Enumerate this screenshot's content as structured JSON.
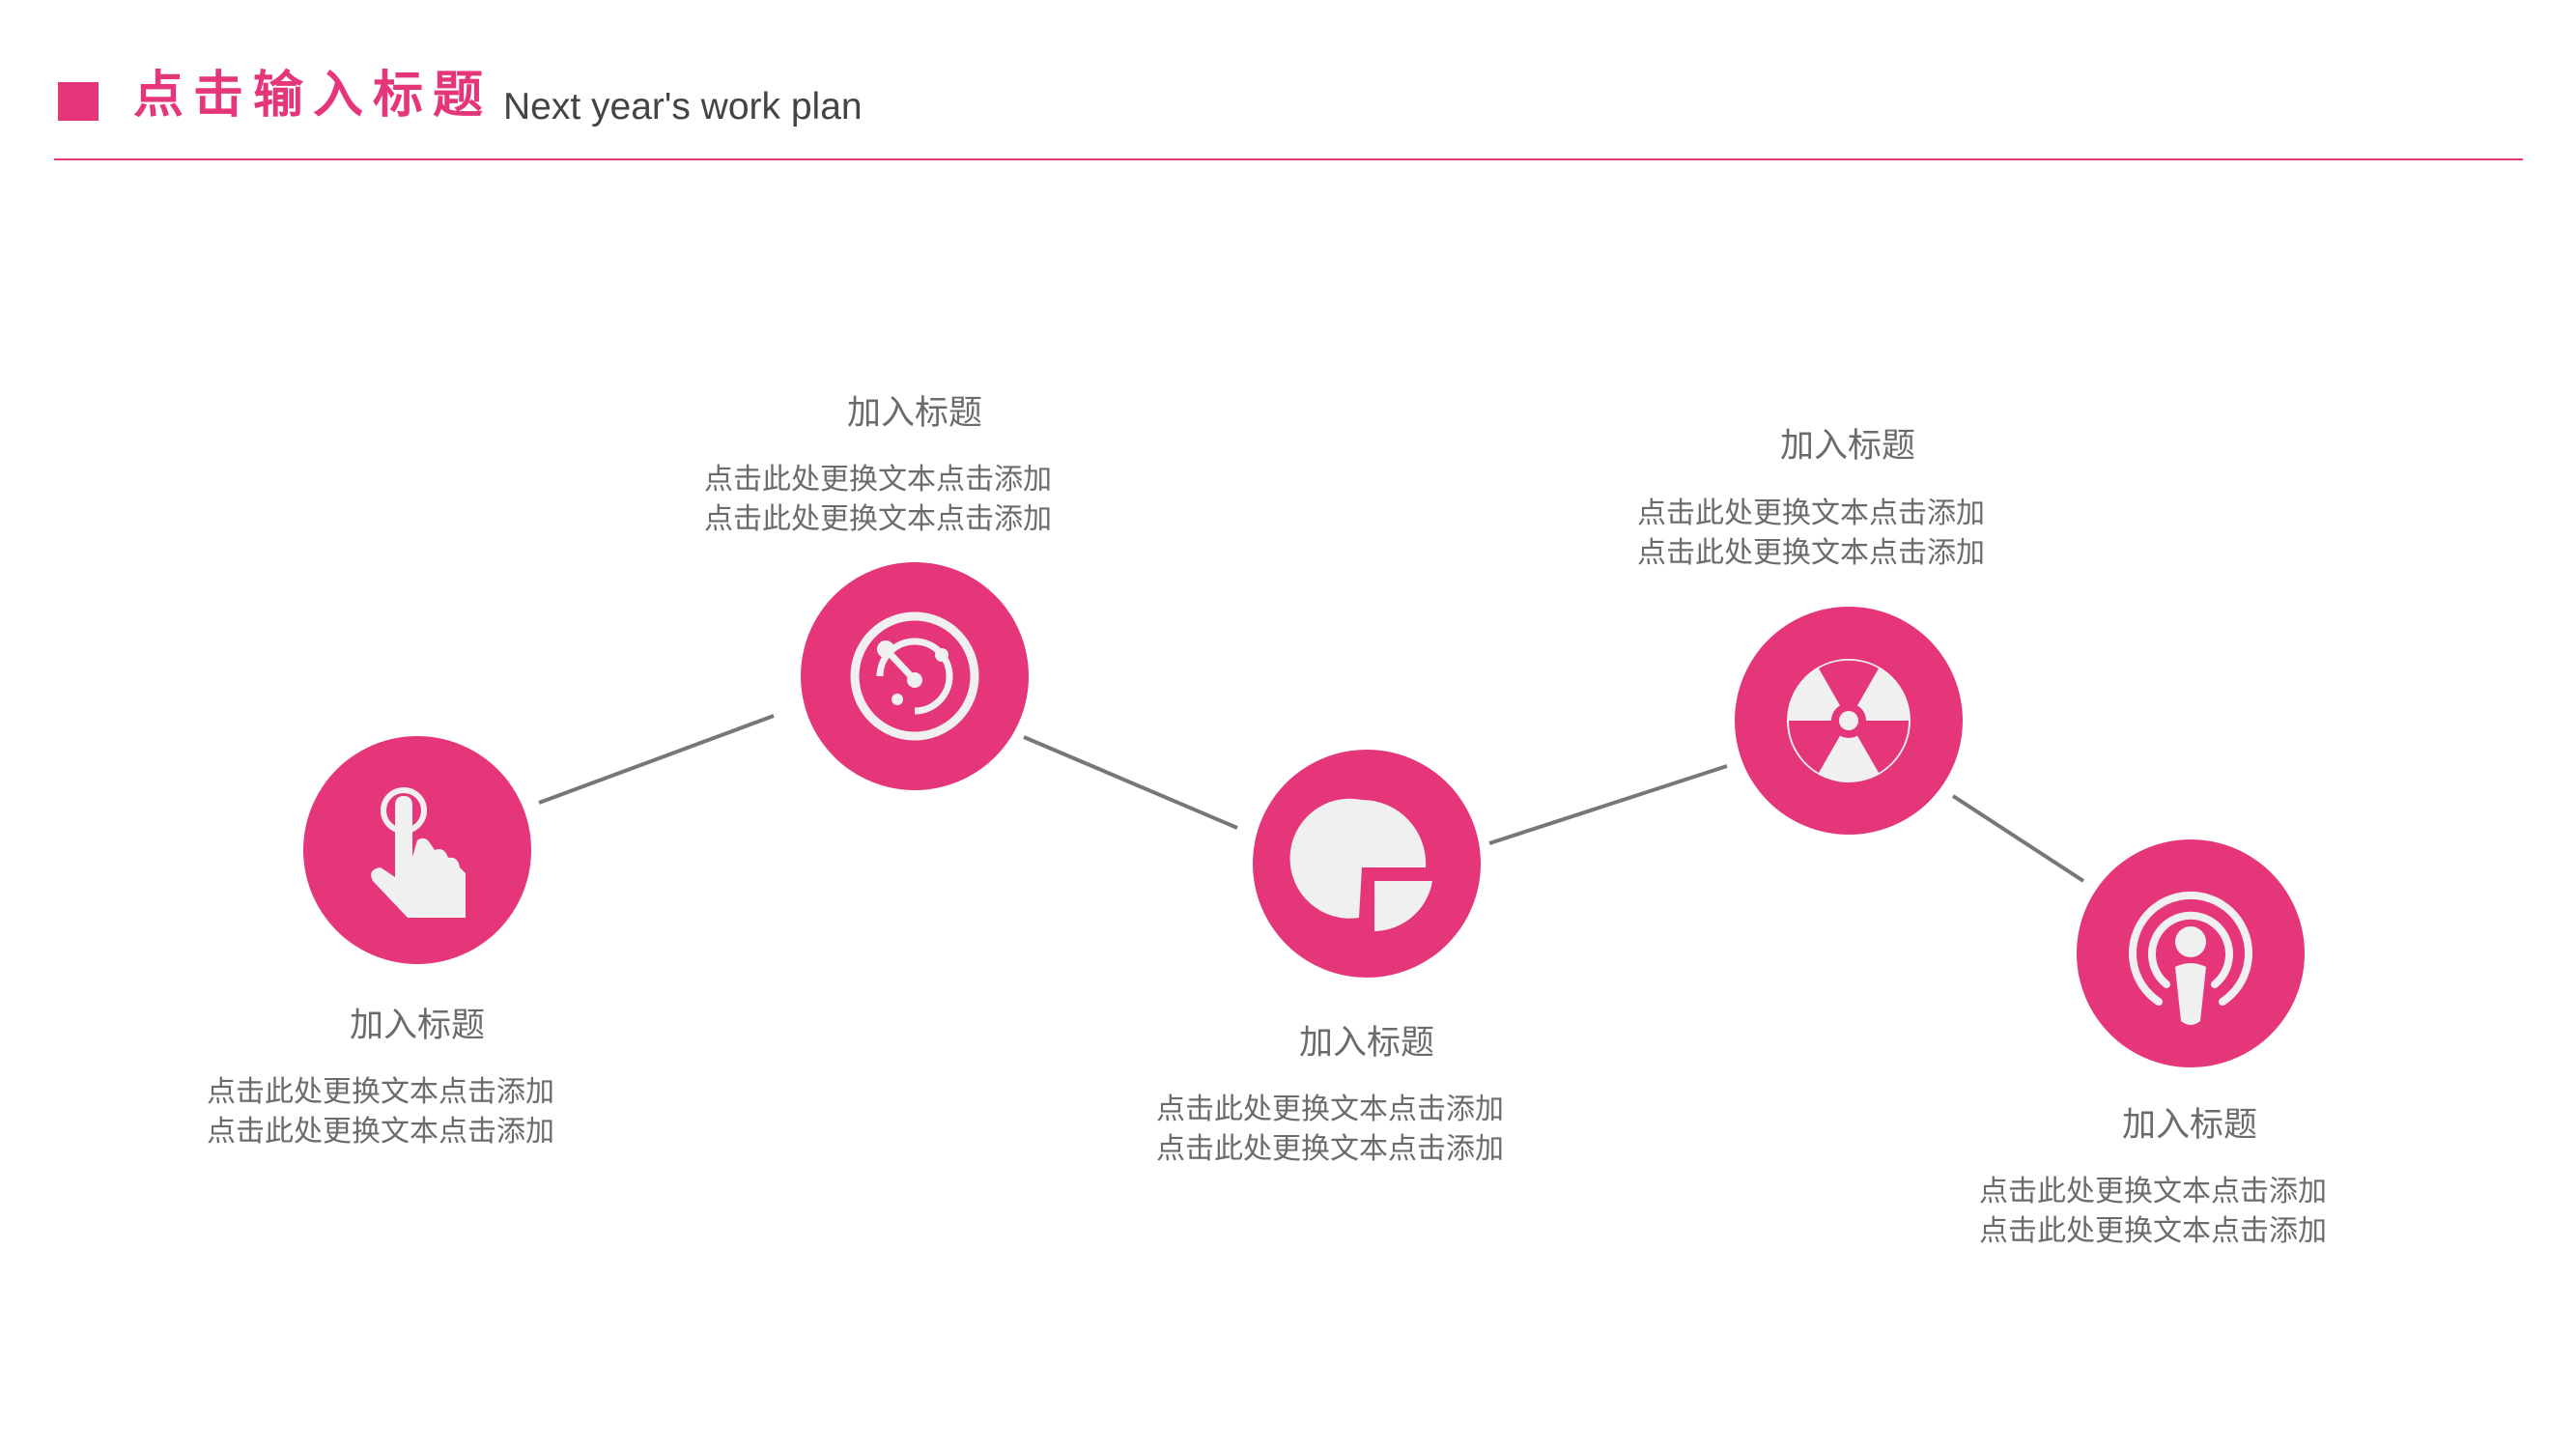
{
  "header": {
    "title": "点击输入标题",
    "subtitle": "Next year's work plan"
  },
  "colors": {
    "accent": "#e6367a",
    "text": "#6b6b6b",
    "connector": "#777777",
    "icon": "#f0f0f0"
  },
  "steps": [
    {
      "icon": "hand-pointer-icon",
      "title": "加入标题",
      "desc": [
        "点击此处更换文本点击添加",
        "点击此处更换文本点击添加"
      ]
    },
    {
      "icon": "radar-icon",
      "title": "加入标题",
      "desc": [
        "点击此处更换文本点击添加",
        "点击此处更换文本点击添加"
      ]
    },
    {
      "icon": "pie-chart-icon",
      "title": "加入标题",
      "desc": [
        "点击此处更换文本点击添加",
        "点击此处更换文本点击添加"
      ]
    },
    {
      "icon": "radiation-icon",
      "title": "加入标题",
      "desc": [
        "点击此处更换文本点击添加",
        "点击此处更换文本点击添加"
      ]
    },
    {
      "icon": "podcast-icon",
      "title": "加入标题",
      "desc": [
        "点击此处更换文本点击添加",
        "点击此处更换文本点击添加"
      ]
    }
  ]
}
